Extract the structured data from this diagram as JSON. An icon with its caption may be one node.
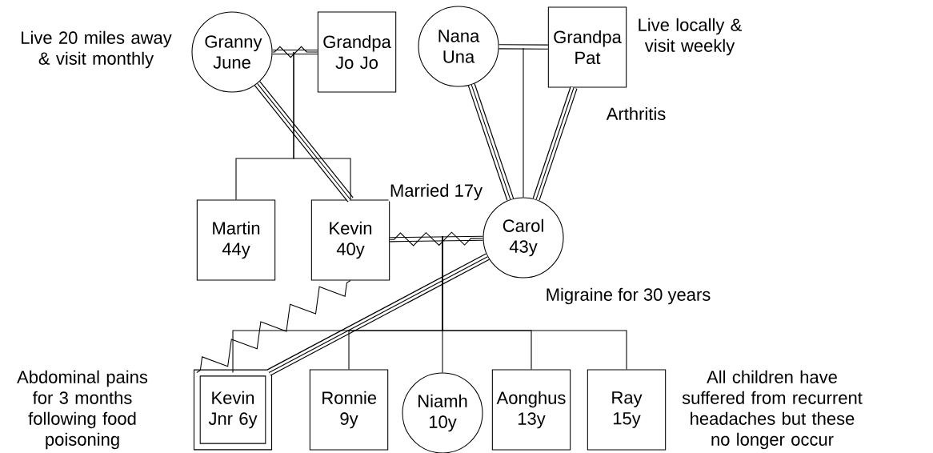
{
  "diagram": {
    "nodes": [
      {
        "text": [
          "Granny June"
        ]
      },
      {
        "text": [
          "Grandpa Jo Jo"
        ]
      },
      {
        "text": [
          "Nana Una"
        ]
      },
      {
        "text": [
          "Grandpa Pat"
        ],
        "beside": [
          "Arthritis"
        ]
      },
      {
        "text": [
          "Martin 44y"
        ]
      },
      {
        "text": [
          "Kevin 40y"
        ]
      },
      {
        "text": [
          "Carol 43y"
        ],
        "beside": [
          "Migraine for 30 years"
        ]
      },
      {
        "text": [
          "Kevin Jnr 6y"
        ],
        "beside": [
          "Abdominal pains for 3 months following food poisoning"
        ]
      },
      {
        "text": [
          "Ronnie 9y"
        ]
      },
      {
        "text": [
          "Niamh 10y"
        ]
      },
      {
        "text": [
          "Aonghus 13y"
        ]
      },
      {
        "text": [
          "Ray 15y"
        ]
      }
    ],
    "edges": [
      {
        "from": 0,
        "to": 1,
        "arrow": "none"
      },
      {
        "from": 2,
        "to": 3,
        "arrow": "none",
        "style": "thick"
      },
      {
        "from": 0,
        "to": 5,
        "arrow": "none",
        "style": "thick"
      },
      {
        "from": 2,
        "to": 6,
        "arrow": "none",
        "style": "thick"
      },
      {
        "from": 3,
        "to": 6,
        "arrow": "none",
        "style": "thick"
      },
      {
        "from": 5,
        "to": 6,
        "arrow": "none",
        "label": "Married 17y"
      },
      {
        "from": 5,
        "to": 7,
        "arrow": "none"
      },
      {
        "from": 6,
        "to": 7,
        "arrow": "none",
        "style": "thick"
      },
      {
        "from": null,
        "to": 4,
        "arrow": "none"
      },
      {
        "from": null,
        "to": 5,
        "arrow": "none"
      },
      {
        "from": null,
        "to": 6,
        "arrow": "none"
      },
      {
        "from": null,
        "to": 7,
        "arrow": "none"
      },
      {
        "from": null,
        "to": 8,
        "arrow": "none"
      },
      {
        "from": null,
        "to": 9,
        "arrow": "none"
      },
      {
        "from": null,
        "to": 10,
        "arrow": "none"
      },
      {
        "from": null,
        "to": 11,
        "arrow": "none"
      }
    ],
    "labels": [
      "Live 20 miles away & visit monthly",
      "Live locally & visit weekly",
      "All children have suffered from recurrent headaches but these no longer occur"
    ]
  }
}
